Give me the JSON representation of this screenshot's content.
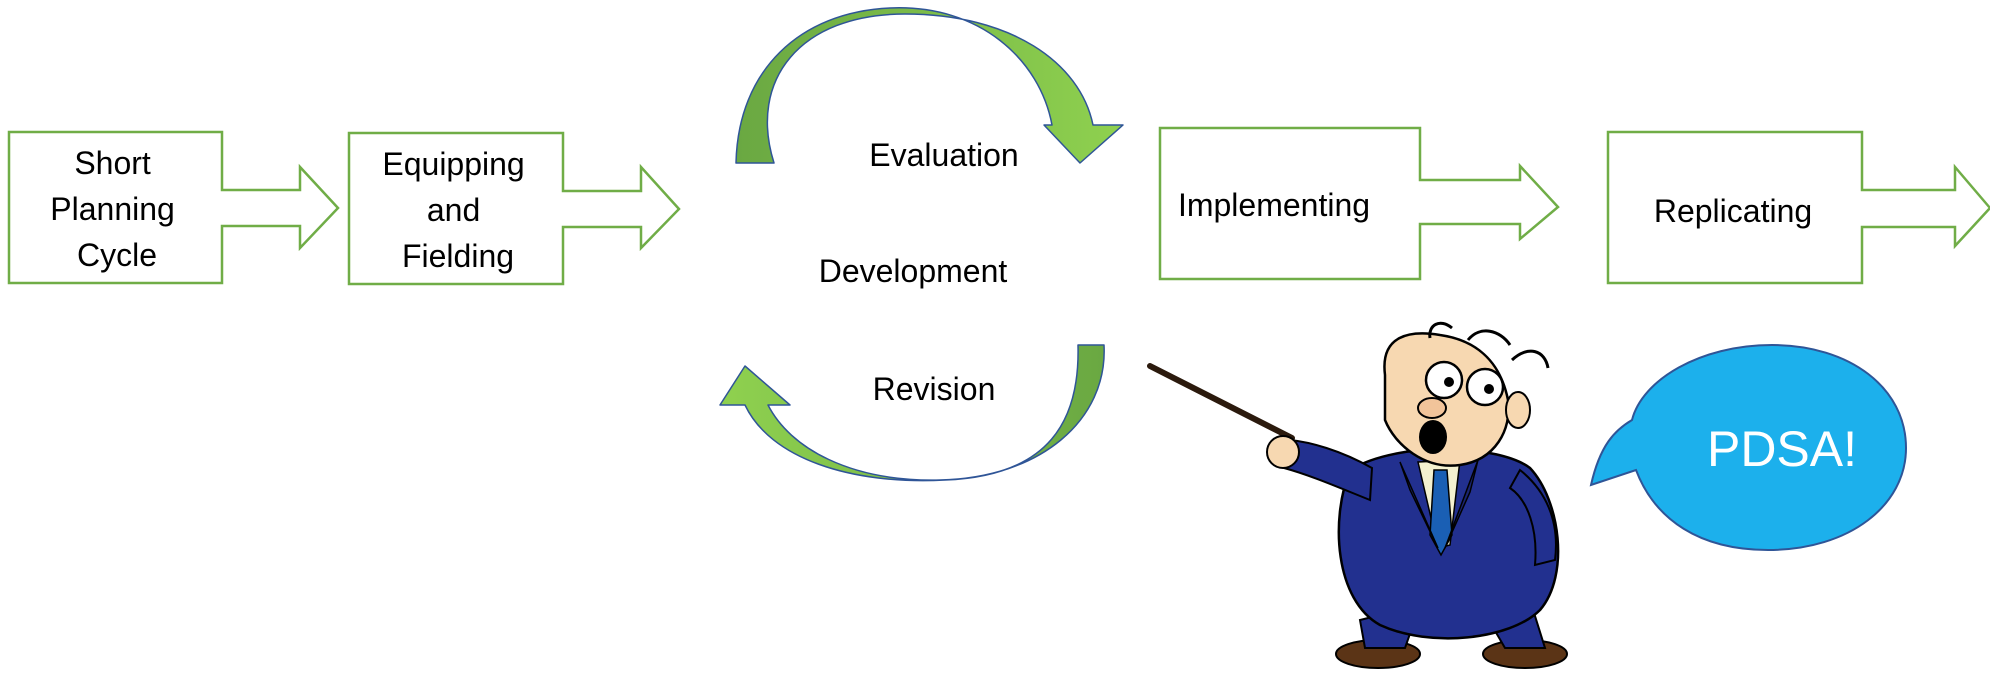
{
  "colors": {
    "box_stroke": "#70ad47",
    "arrow_green_dark": "#6aa842",
    "arrow_green_light": "#8fd14f",
    "arrow_outline": "#2f5597",
    "bubble_fill": "#1cb0ec",
    "bubble_text": "#ffffff",
    "suit": "#22308f",
    "skin": "#f7d8b1"
  },
  "steps": [
    {
      "lines": [
        "Short",
        "Planning",
        "Cycle"
      ]
    },
    {
      "lines": [
        "Equipping",
        "and",
        "Fielding"
      ]
    },
    {
      "lines": [
        "Implementing"
      ]
    },
    {
      "lines": [
        "Replicating"
      ]
    }
  ],
  "cycle": {
    "top": "Evaluation",
    "middle": "Development",
    "bottom": "Revision"
  },
  "callout": {
    "text": "PDSA!"
  },
  "icons": {
    "presenter": "cartoon-professor-pointing",
    "callout": "speech-bubble"
  }
}
